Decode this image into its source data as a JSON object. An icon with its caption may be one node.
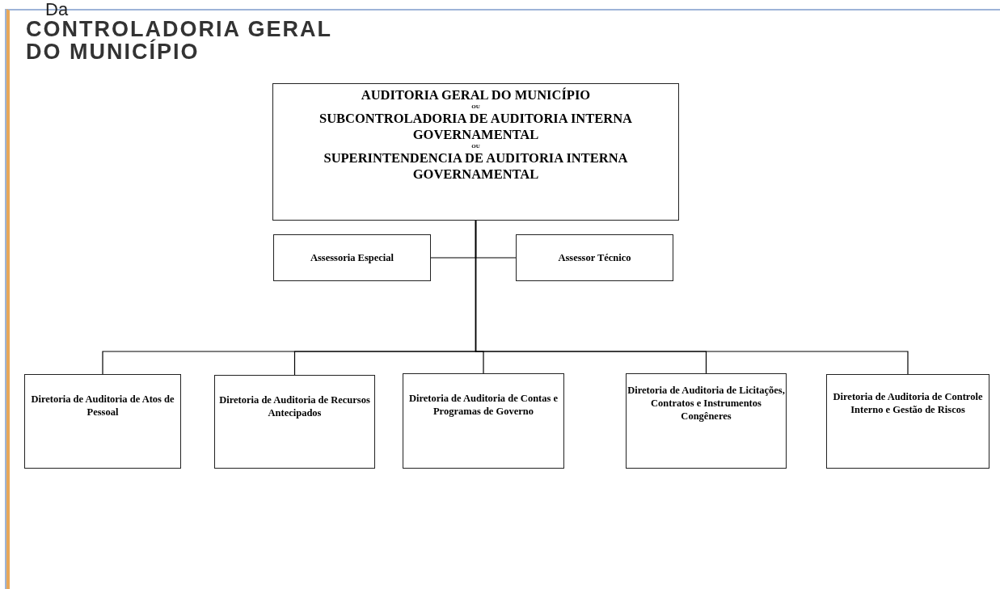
{
  "diagram": {
    "title": "CONTROLADORIA GERAL DO MUNICÍPIO",
    "nodes": [
      {
        "text": [
          "AUDITORIA GERAL DO MUNICÍPIO",
          "OU",
          "SUBCONTROLADORIA DE AUDITORIA INTERNA GOVERNAMENTAL",
          "OU",
          "SUPERINTENDENCIA DE AUDITORIA INTERNA GOVERNAMENTAL"
        ]
      },
      {
        "text": [
          "Assessoria Especial"
        ]
      },
      {
        "text": [
          "Assessor Técnico"
        ]
      },
      {
        "text": [
          "Diretoria de Auditoria de Atos de  Pessoal"
        ]
      },
      {
        "text": [
          "Diretoria de Auditoria de Recursos Antecipados"
        ]
      },
      {
        "text": [
          "Diretoria de Auditoria de Contas e Programas de Governo"
        ]
      },
      {
        "text": [
          "Diretoria de Auditoria de Licitações, Contratos e Instrumentos Congêneres"
        ]
      },
      {
        "text": [
          "Diretoria de Auditoria de Controle Interno e Gestão de Riscos"
        ]
      }
    ],
    "edges": [
      {
        "from": 0,
        "to": 1,
        "arrow": "none"
      },
      {
        "from": 0,
        "to": 2,
        "arrow": "none"
      },
      {
        "from": 0,
        "to": 3,
        "arrow": "none"
      },
      {
        "from": 0,
        "to": 4,
        "arrow": "none"
      },
      {
        "from": 0,
        "to": 5,
        "arrow": "none"
      },
      {
        "from": 0,
        "to": 6,
        "arrow": "none"
      },
      {
        "from": 0,
        "to": 7,
        "arrow": "none"
      }
    ],
    "labels": [
      "Da"
    ]
  }
}
